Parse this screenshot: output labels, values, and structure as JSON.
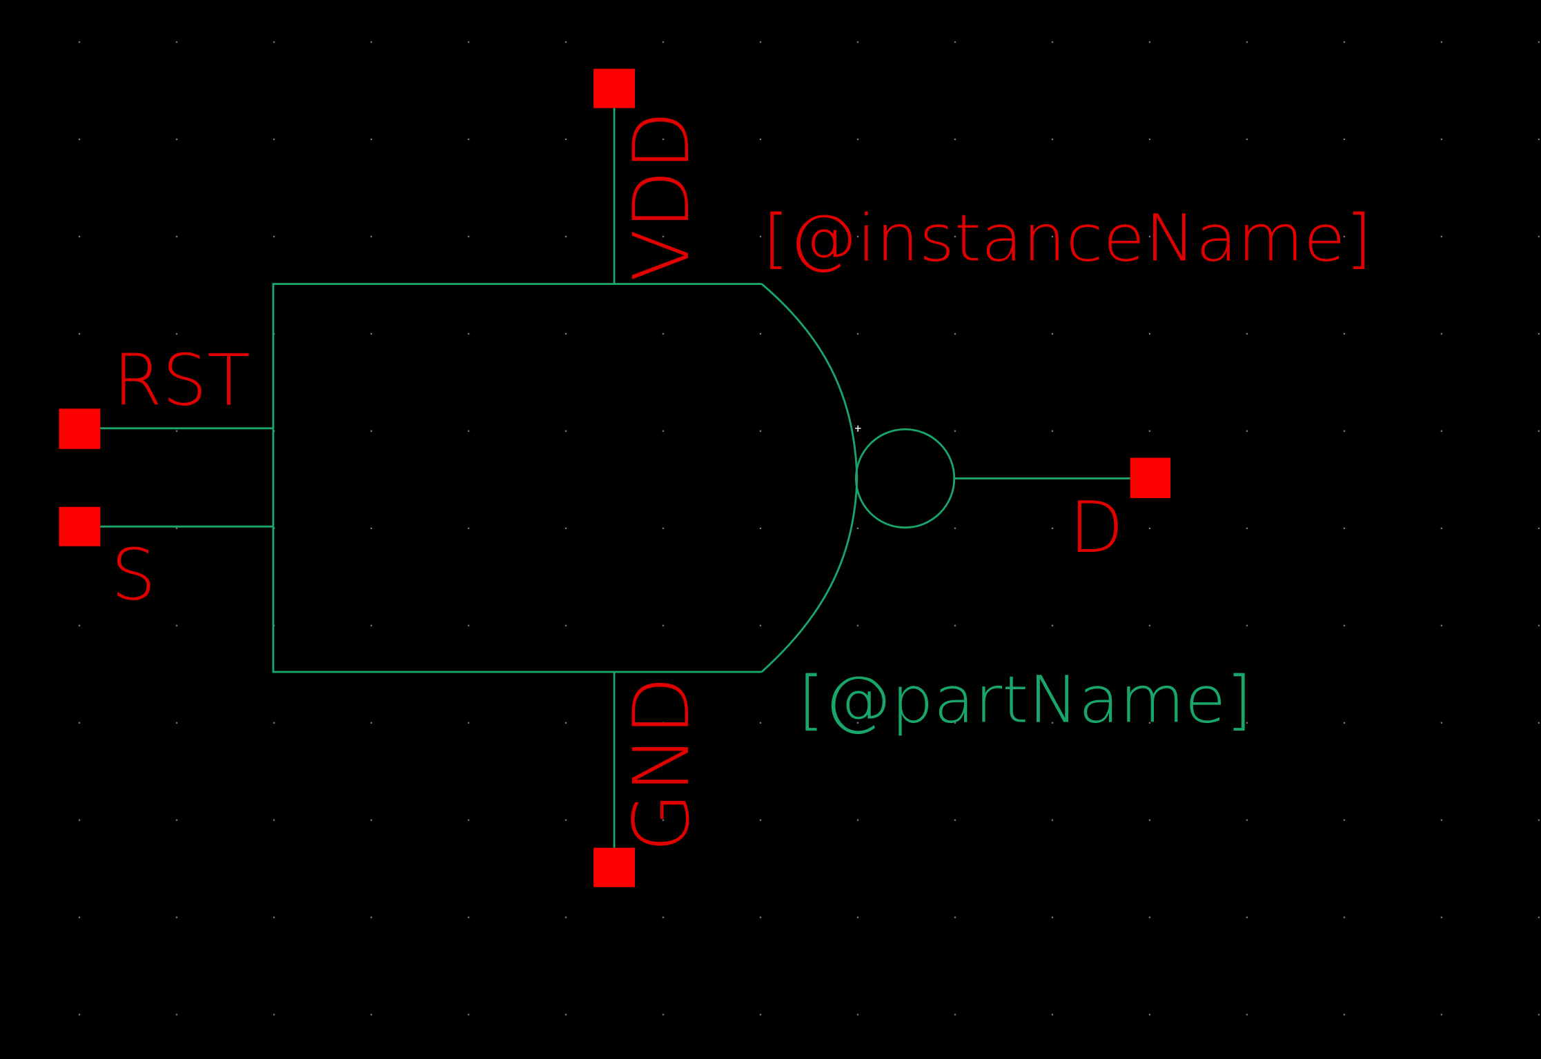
{
  "colors": {
    "background": "#000000",
    "grid_dot": "#7a7a7a",
    "symbol_line": "#1aa56a",
    "pin": "#ff0000",
    "pin_label": "#e00000",
    "instance_label": "#e00000",
    "part_label": "#1aa56a"
  },
  "pins": {
    "vdd": "VDD",
    "gnd": "GND",
    "rst": "RST",
    "s": "S",
    "d": "D"
  },
  "labels": {
    "instance_name": "[@instanceName]",
    "part_name": "[@partName]"
  },
  "symbol": {
    "shape": "nand-gate-with-bubble"
  },
  "icons": {
    "cursor": "cursor-crosshair-icon"
  }
}
